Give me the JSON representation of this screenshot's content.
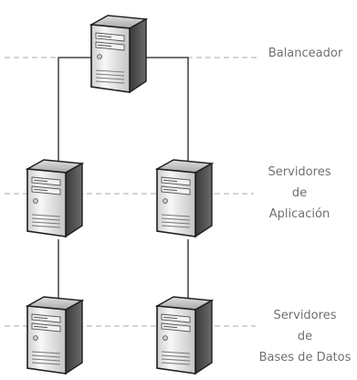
{
  "diagram": {
    "tiers": [
      {
        "id": "balancer",
        "label_lines": [
          "Balanceador"
        ]
      },
      {
        "id": "app",
        "label_lines": [
          "Servidores",
          "de",
          "Aplicación"
        ]
      },
      {
        "id": "db",
        "label_lines": [
          "Servidores",
          "de",
          "Bases de Datos"
        ]
      }
    ],
    "nodes": [
      {
        "id": "balancer-server",
        "icon": "server-tower-icon",
        "tier": "balancer"
      },
      {
        "id": "app-server-1",
        "icon": "server-tower-icon",
        "tier": "app"
      },
      {
        "id": "app-server-2",
        "icon": "server-tower-icon",
        "tier": "app"
      },
      {
        "id": "db-server-1",
        "icon": "server-tower-icon",
        "tier": "db"
      },
      {
        "id": "db-server-2",
        "icon": "server-tower-icon",
        "tier": "db"
      }
    ],
    "connections": [
      [
        "balancer-server",
        "app-server-1"
      ],
      [
        "balancer-server",
        "app-server-2"
      ],
      [
        "app-server-1",
        "db-server-1"
      ],
      [
        "app-server-2",
        "db-server-2"
      ]
    ],
    "colors": {
      "line": "#222222",
      "dashed_separator": "#a9a9a9",
      "label_text": "#707070",
      "server_body": "#e6e6e6",
      "server_shadow": "#8f8f8f"
    }
  }
}
